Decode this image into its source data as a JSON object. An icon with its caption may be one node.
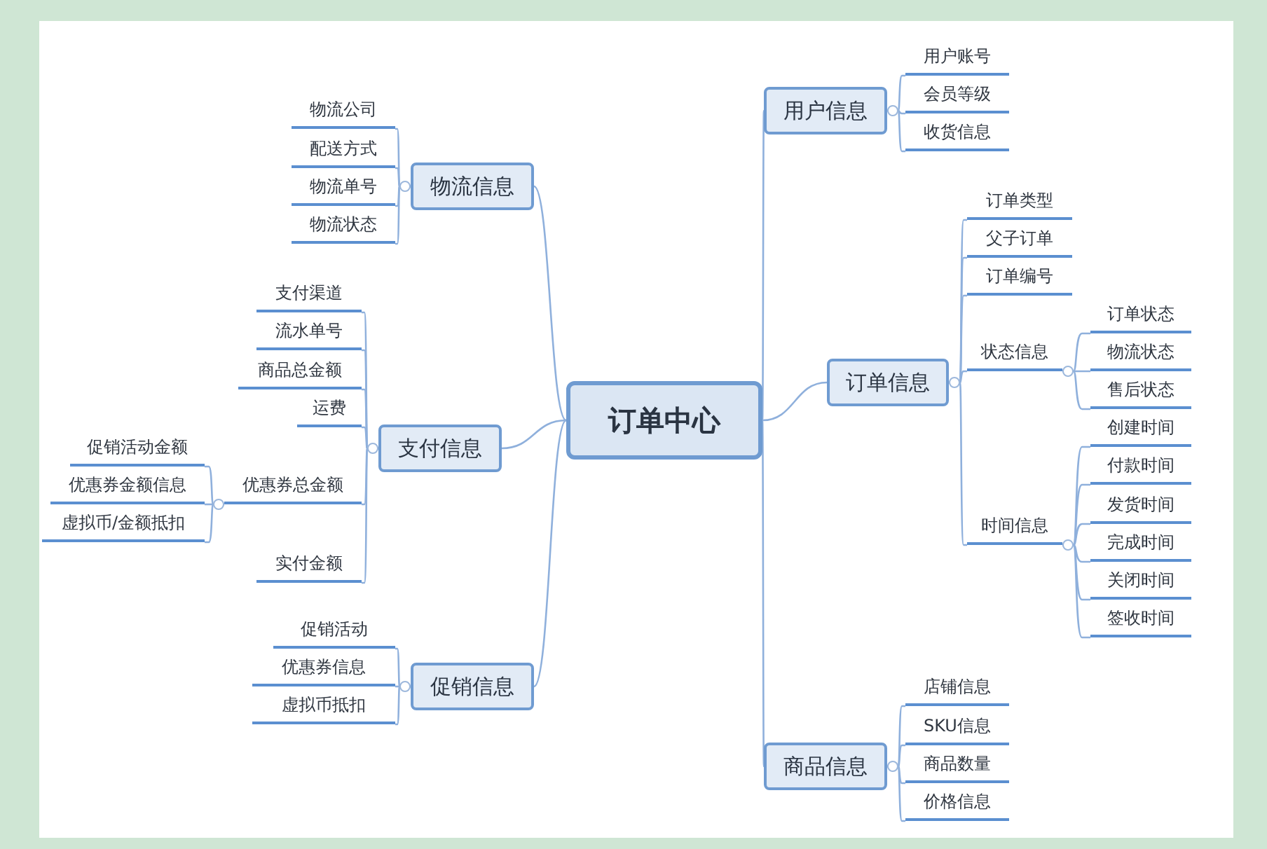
{
  "diagram": {
    "nodes": [
      {
        "text": [
          "订单中心"
        ]
      },
      {
        "text": [
          "用户信息"
        ]
      },
      {
        "text": [
          "用户账号"
        ]
      },
      {
        "text": [
          "会员等级"
        ]
      },
      {
        "text": [
          "收货信息"
        ]
      },
      {
        "text": [
          "订单信息"
        ]
      },
      {
        "text": [
          "订单类型"
        ]
      },
      {
        "text": [
          "父子订单"
        ]
      },
      {
        "text": [
          "订单编号"
        ]
      },
      {
        "text": [
          "状态信息"
        ]
      },
      {
        "text": [
          "订单状态"
        ]
      },
      {
        "text": [
          "物流状态"
        ]
      },
      {
        "text": [
          "售后状态"
        ]
      },
      {
        "text": [
          "时间信息"
        ]
      },
      {
        "text": [
          "创建时间"
        ]
      },
      {
        "text": [
          "付款时间"
        ]
      },
      {
        "text": [
          "发货时间"
        ]
      },
      {
        "text": [
          "完成时间"
        ]
      },
      {
        "text": [
          "关闭时间"
        ]
      },
      {
        "text": [
          "签收时间"
        ]
      },
      {
        "text": [
          "商品信息"
        ]
      },
      {
        "text": [
          "店铺信息"
        ]
      },
      {
        "text": [
          "SKU信息"
        ]
      },
      {
        "text": [
          "商品数量"
        ]
      },
      {
        "text": [
          "价格信息"
        ]
      },
      {
        "text": [
          "物流信息"
        ]
      },
      {
        "text": [
          "物流公司"
        ]
      },
      {
        "text": [
          "配送方式"
        ]
      },
      {
        "text": [
          "物流单号"
        ]
      },
      {
        "text": [
          "物流状态"
        ]
      },
      {
        "text": [
          "支付信息"
        ]
      },
      {
        "text": [
          "支付渠道"
        ]
      },
      {
        "text": [
          "流水单号"
        ]
      },
      {
        "text": [
          "商品总金额"
        ]
      },
      {
        "text": [
          "运费"
        ]
      },
      {
        "text": [
          "优惠券总金额"
        ]
      },
      {
        "text": [
          "促销活动金额"
        ]
      },
      {
        "text": [
          "优惠券金额信息"
        ]
      },
      {
        "text": [
          "虚拟币/金额抵扣"
        ]
      },
      {
        "text": [
          "实付金额"
        ]
      },
      {
        "text": [
          "促销信息"
        ]
      },
      {
        "text": [
          "促销活动"
        ]
      },
      {
        "text": [
          "优惠券信息"
        ]
      },
      {
        "text": [
          "虚拟币抵扣"
        ]
      }
    ],
    "edges": [
      {
        "from": 0,
        "to": 1,
        "arrow": "none"
      },
      {
        "from": 1,
        "to": 2,
        "arrow": "none"
      },
      {
        "from": 1,
        "to": 3,
        "arrow": "none"
      },
      {
        "from": 1,
        "to": 4,
        "arrow": "none"
      },
      {
        "from": 0,
        "to": 5,
        "arrow": "none"
      },
      {
        "from": 5,
        "to": 6,
        "arrow": "none"
      },
      {
        "from": 5,
        "to": 7,
        "arrow": "none"
      },
      {
        "from": 5,
        "to": 8,
        "arrow": "none"
      },
      {
        "from": 5,
        "to": 9,
        "arrow": "none"
      },
      {
        "from": 9,
        "to": 10,
        "arrow": "none"
      },
      {
        "from": 9,
        "to": 11,
        "arrow": "none"
      },
      {
        "from": 9,
        "to": 12,
        "arrow": "none"
      },
      {
        "from": 5,
        "to": 13,
        "arrow": "none"
      },
      {
        "from": 13,
        "to": 14,
        "arrow": "none"
      },
      {
        "from": 13,
        "to": 15,
        "arrow": "none"
      },
      {
        "from": 13,
        "to": 16,
        "arrow": "none"
      },
      {
        "from": 13,
        "to": 17,
        "arrow": "none"
      },
      {
        "from": 13,
        "to": 18,
        "arrow": "none"
      },
      {
        "from": 13,
        "to": 19,
        "arrow": "none"
      },
      {
        "from": 0,
        "to": 20,
        "arrow": "none"
      },
      {
        "from": 20,
        "to": 21,
        "arrow": "none"
      },
      {
        "from": 20,
        "to": 22,
        "arrow": "none"
      },
      {
        "from": 20,
        "to": 23,
        "arrow": "none"
      },
      {
        "from": 20,
        "to": 24,
        "arrow": "none"
      },
      {
        "from": 0,
        "to": 25,
        "arrow": "none"
      },
      {
        "from": 25,
        "to": 26,
        "arrow": "none"
      },
      {
        "from": 25,
        "to": 27,
        "arrow": "none"
      },
      {
        "from": 25,
        "to": 28,
        "arrow": "none"
      },
      {
        "from": 25,
        "to": 29,
        "arrow": "none"
      },
      {
        "from": 0,
        "to": 30,
        "arrow": "none"
      },
      {
        "from": 30,
        "to": 31,
        "arrow": "none"
      },
      {
        "from": 30,
        "to": 32,
        "arrow": "none"
      },
      {
        "from": 30,
        "to": 33,
        "arrow": "none"
      },
      {
        "from": 30,
        "to": 34,
        "arrow": "none"
      },
      {
        "from": 30,
        "to": 35,
        "arrow": "none"
      },
      {
        "from": 35,
        "to": 36,
        "arrow": "none"
      },
      {
        "from": 35,
        "to": 37,
        "arrow": "none"
      },
      {
        "from": 35,
        "to": 38,
        "arrow": "none"
      },
      {
        "from": 30,
        "to": 39,
        "arrow": "none"
      },
      {
        "from": 0,
        "to": 40,
        "arrow": "none"
      },
      {
        "from": 40,
        "to": 41,
        "arrow": "none"
      },
      {
        "from": 40,
        "to": 42,
        "arrow": "none"
      },
      {
        "from": 40,
        "to": 43,
        "arrow": "none"
      }
    ]
  }
}
